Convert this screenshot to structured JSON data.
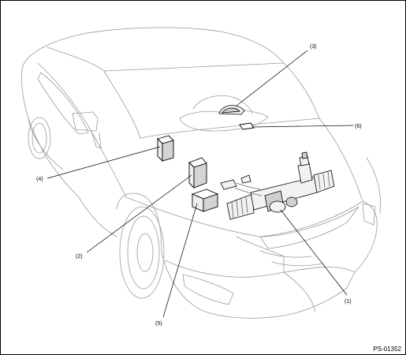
{
  "diagram": {
    "callouts": {
      "c1": "(1)",
      "c2": "(2)",
      "c3": "(3)",
      "c4": "(4)",
      "c5": "(5)",
      "c6": "(6)"
    },
    "figure_code": "PS-01352"
  }
}
